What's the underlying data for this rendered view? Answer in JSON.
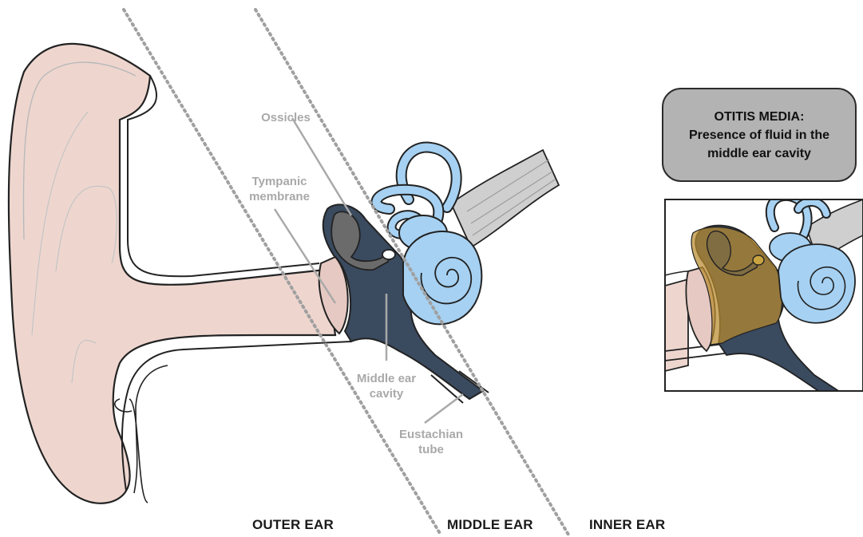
{
  "labels": {
    "ossicles": "Ossicles",
    "tympanic_membrane": "Tympanic\nmembrane",
    "middle_ear_cavity": "Middle ear\ncavity",
    "eustachian_tube": "Eustachian\ntube"
  },
  "regions": {
    "outer": "OUTER EAR",
    "middle": "MIDDLE EAR",
    "inner": "INNER EAR"
  },
  "callout": {
    "line1": "OTITIS MEDIA:",
    "line2": "Presence of fluid in the",
    "line3": "middle ear cavity"
  },
  "colors": {
    "skin": "#eed6cf",
    "cavity": "#3a4a5f",
    "ossicle": "#6b6b6b",
    "labyrinth": "#a6d1f2",
    "nerve": "#cfcfcf",
    "fluid": "#b88a2e",
    "label": "#a9a9a9",
    "callout_fill": "#b3b3b3"
  }
}
